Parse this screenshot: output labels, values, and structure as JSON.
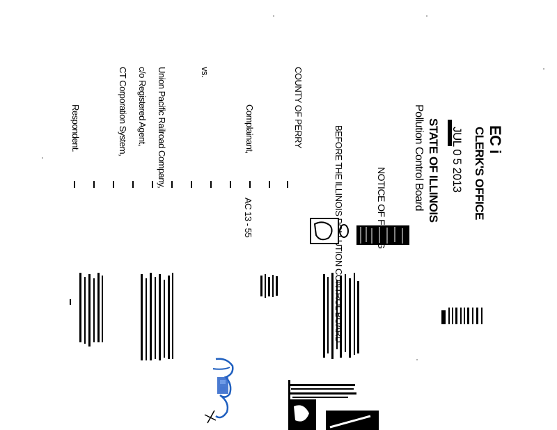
{
  "stamp": {
    "title": "EC  i",
    "office": "CLERK'S OFFICE",
    "date": "JUL 0 5 2013",
    "state": "STATE OF ILLINOIS",
    "board": "Pollution Control Board"
  },
  "heading": {
    "notice": "NOTICE OF FILING",
    "before": "BEFORE THE ILLINOIS POLLUTION CONTROL BOARD"
  },
  "caption": {
    "complainant_name": "COUNTY OF PERRY",
    "complainant_role": "Complainant,",
    "vs": "vs.",
    "respondent_line1": "Union Pacific Railroad Company,",
    "respondent_line2": "c/o Registered Agent,",
    "respondent_line3": "CT Corporation System,",
    "respondent_role": "Respondent.",
    "case_no": "AC 13 - 55"
  },
  "colors": {
    "ink": "#000000",
    "signature": "#1f5fbf",
    "stamp_blue": "#2a63c9"
  }
}
